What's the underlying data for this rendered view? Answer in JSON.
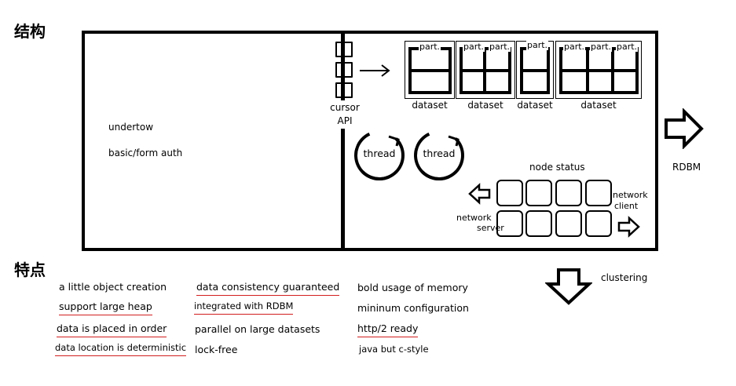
{
  "headings": {
    "structure": "结构",
    "features": "特点"
  },
  "left_panel": {
    "line1": "undertow",
    "line2": "basic/form auth"
  },
  "cursor": {
    "line1": "cursor",
    "line2": "API"
  },
  "datasets": [
    {
      "label": "dataset",
      "parts": [
        "part."
      ]
    },
    {
      "label": "dataset",
      "parts": [
        "part.",
        "part."
      ]
    },
    {
      "label": "dataset",
      "parts": [
        "part."
      ]
    },
    {
      "label": "dataset",
      "parts": [
        "part.",
        "part.",
        "part."
      ]
    }
  ],
  "threads": [
    "thread",
    "thread"
  ],
  "node_status": "node status",
  "network_client": {
    "line1": "network",
    "line2": "client"
  },
  "network_server": {
    "line1": "network",
    "line2": "server"
  },
  "rdbm": "RDBM",
  "clustering": "clustering",
  "features": {
    "col1": [
      {
        "text": "a little object creation",
        "underline": false
      },
      {
        "text": "support large heap",
        "underline": true
      },
      {
        "text": "data is placed in order",
        "underline": true
      },
      {
        "text": "data location is deterministic",
        "underline": true
      }
    ],
    "col2": [
      {
        "text": "data consistency guaranteed",
        "underline": true
      },
      {
        "text": "integrated with RDBM",
        "underline": true
      },
      {
        "text": "parallel on large datasets",
        "underline": false
      },
      {
        "text": "lock-free",
        "underline": false
      }
    ],
    "col3": [
      {
        "text": "bold usage of memory",
        "underline": false
      },
      {
        "text": "mininum configuration",
        "underline": false
      },
      {
        "text": "http/2 ready",
        "underline": true
      },
      {
        "text": "java but c-style",
        "underline": false
      }
    ]
  },
  "colors": {
    "underline": "#d21e1e",
    "line": "#000000",
    "background": "#ffffff"
  }
}
